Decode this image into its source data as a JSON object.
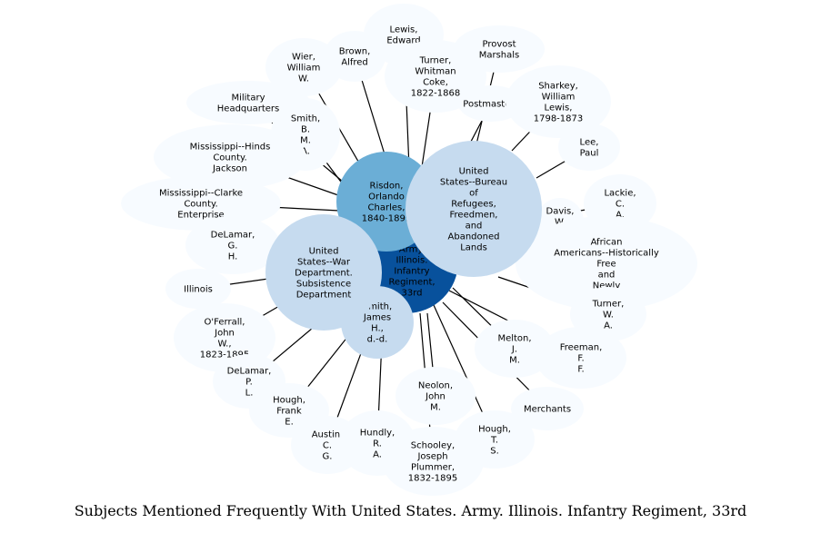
{
  "title": "Subjects Mentioned Frequently With United States. Army. Illinois. Infantry Regiment, 33rd",
  "colors": {
    "hub": "#08519c",
    "medium": "#6baed6",
    "large": "#c6dbef",
    "leaf": "#f7fbff",
    "edge": "#000000"
  },
  "hub": {
    "label": [
      "United",
      "States.",
      "Army.",
      "Illinois.",
      "Infantry",
      "Regiment,",
      "33rd"
    ]
  },
  "major": [
    {
      "id": "bureau",
      "label": [
        "United",
        "States--Bureau",
        "of",
        "Refugees,",
        "Freedmen,",
        "and",
        "Abandoned",
        "Lands"
      ]
    },
    {
      "id": "risdon",
      "label": [
        "Risdon,",
        "Orlando",
        "Charles,",
        "1840-1899"
      ]
    },
    {
      "id": "war-dept",
      "label": [
        "United",
        "States--War",
        "Department.",
        "Subsistence",
        "Department"
      ]
    },
    {
      "id": "smith-james",
      "label": [
        "Smith,",
        "James",
        "H.,",
        "d.-d."
      ]
    }
  ],
  "leaves": [
    {
      "label": [
        "Lewis,",
        "Edward"
      ]
    },
    {
      "label": [
        "Brown,",
        "Alfred"
      ]
    },
    {
      "label": [
        "Wier,",
        "William",
        "W."
      ]
    },
    {
      "label": [
        "Turner,",
        "Whitman",
        "Coke,",
        "1822-1868"
      ]
    },
    {
      "label": [
        "Provost",
        "Marshals"
      ]
    },
    {
      "label": [
        "Military",
        "Headquarters"
      ]
    },
    {
      "label": [
        "Postmasters"
      ]
    },
    {
      "label": [
        "Sharkey,",
        "William",
        "Lewis,",
        "1798-1873"
      ]
    },
    {
      "label": [
        "Smith,",
        "B.",
        "M.",
        "A."
      ]
    },
    {
      "label": [
        "Lee,",
        "Paul"
      ]
    },
    {
      "label": [
        "Mississippi--Hinds",
        "County.",
        "Jackson"
      ]
    },
    {
      "label": [
        "Mississippi--Clarke",
        "County.",
        "Enterprise"
      ]
    },
    {
      "label": [
        "Lackie,",
        "C.",
        "A."
      ]
    },
    {
      "label": [
        "Davis,",
        "W.",
        "P."
      ]
    },
    {
      "label": [
        "DeLamar,",
        "G.",
        "H."
      ]
    },
    {
      "label": [
        "African",
        "Americans--Historically",
        "Free",
        "and",
        "Newly"
      ]
    },
    {
      "label": [
        "Illinois"
      ]
    },
    {
      "label": [
        "Turner,",
        "W.",
        "A."
      ]
    },
    {
      "label": [
        "O'Ferrall,",
        "John",
        "W.,",
        "1823-1895"
      ]
    },
    {
      "label": [
        "Melton,",
        "J.",
        "M."
      ]
    },
    {
      "label": [
        "Freeman,",
        "F.",
        "F."
      ]
    },
    {
      "label": [
        "DeLamar,",
        "P.",
        "L."
      ]
    },
    {
      "label": [
        "Neolon,",
        "John",
        "M."
      ]
    },
    {
      "label": [
        "Hough,",
        "Frank",
        "E."
      ]
    },
    {
      "label": [
        "Merchants"
      ]
    },
    {
      "label": [
        "Hough,",
        "T.",
        "S."
      ]
    },
    {
      "label": [
        "Austin,",
        "C.",
        "G."
      ]
    },
    {
      "label": [
        "Hundly,",
        "R.",
        "A."
      ]
    },
    {
      "label": [
        "Schooley,",
        "Joseph",
        "Plummer,",
        "1832-1895"
      ]
    }
  ]
}
